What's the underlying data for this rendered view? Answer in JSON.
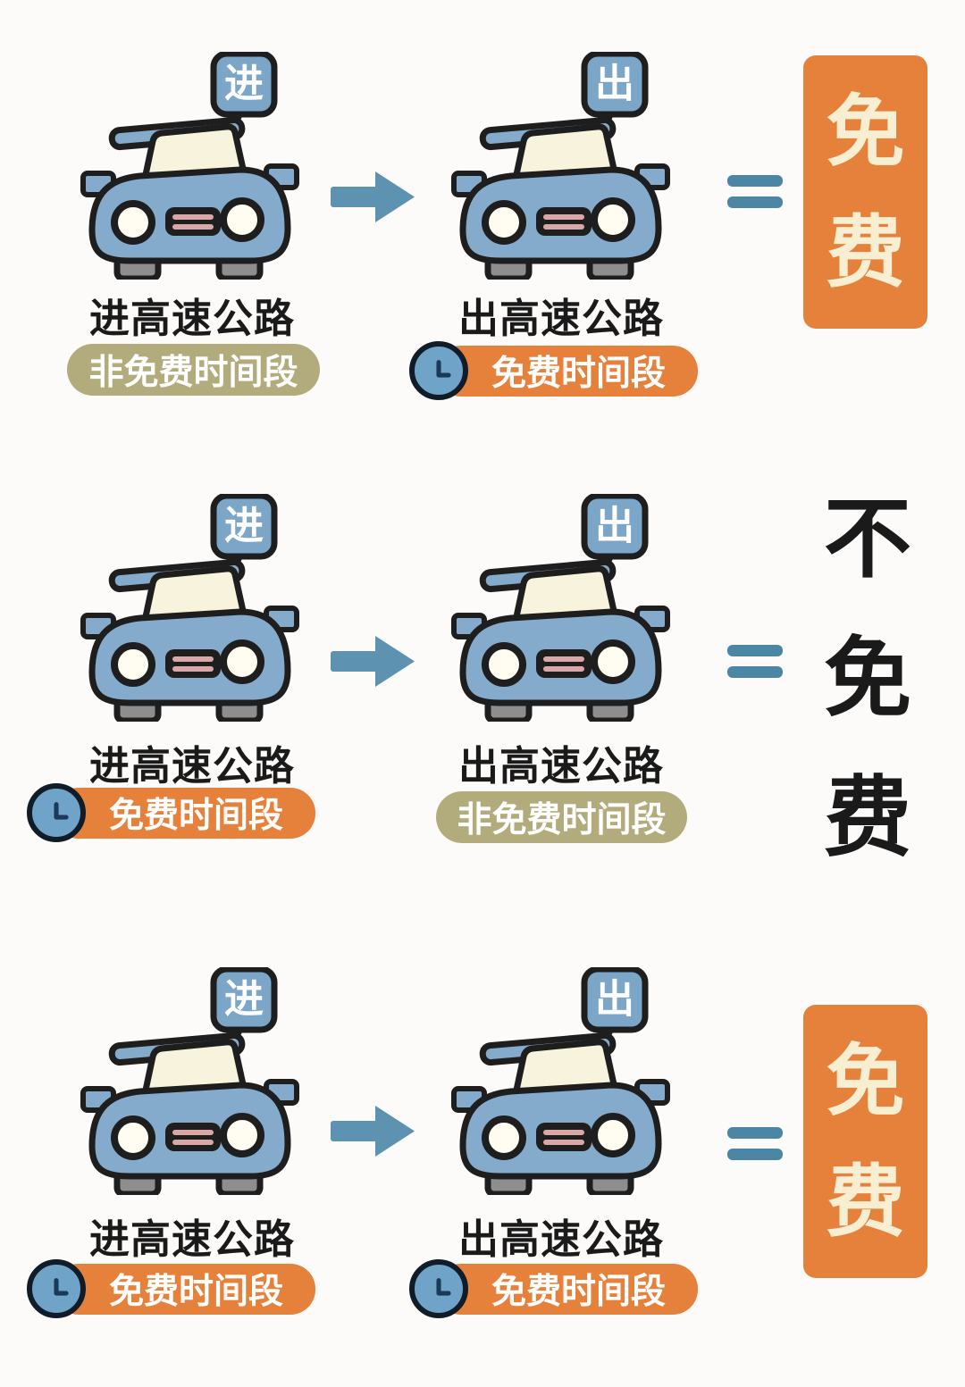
{
  "colors": {
    "background": "#FCFBF9",
    "outline": "#1E1E1E",
    "car_blue": "#84ABCB",
    "sign_blue": "#7CA6C8",
    "window_cream": "#F7F3DD",
    "grille_pink": "#D9A8A6",
    "wheel_gray": "#8E8E8E",
    "arrow_blue": "#5D92B1",
    "equals_blue": "#4C86A5",
    "accent_orange": "#E6813C",
    "khaki": "#B2AB7B",
    "badge_text": "#FFFFFF",
    "result_cream": "#F8EFD2",
    "text_black": "#1A1A1A",
    "clock_face": "#6FA3C7",
    "clock_border": "#101C28",
    "clock_hands": "#1B3A5A"
  },
  "rows": [
    {
      "entry": {
        "sign": "进",
        "label": "进高速公路",
        "badge": {
          "text": "非免费时间段",
          "type": "nonfree",
          "clock": false
        }
      },
      "exit": {
        "sign": "出",
        "label": "出高速公路",
        "badge": {
          "text": "免费时间段",
          "type": "free",
          "clock": true
        }
      },
      "result": {
        "text": "免费",
        "chars": [
          "免",
          "费"
        ],
        "style": "orange-badge"
      }
    },
    {
      "entry": {
        "sign": "进",
        "label": "进高速公路",
        "badge": {
          "text": "免费时间段",
          "type": "free",
          "clock": true
        }
      },
      "exit": {
        "sign": "出",
        "label": "出高速公路",
        "badge": {
          "text": "非免费时间段",
          "type": "nonfree",
          "clock": false
        }
      },
      "result": {
        "text": "不免费",
        "chars": [
          "不",
          "免",
          "费"
        ],
        "style": "black-text"
      }
    },
    {
      "entry": {
        "sign": "进",
        "label": "进高速公路",
        "badge": {
          "text": "免费时间段",
          "type": "free",
          "clock": true
        }
      },
      "exit": {
        "sign": "出",
        "label": "出高速公路",
        "badge": {
          "text": "免费时间段",
          "type": "free",
          "clock": true
        }
      },
      "result": {
        "text": "免费",
        "chars": [
          "免",
          "费"
        ],
        "style": "orange-badge"
      }
    }
  ]
}
